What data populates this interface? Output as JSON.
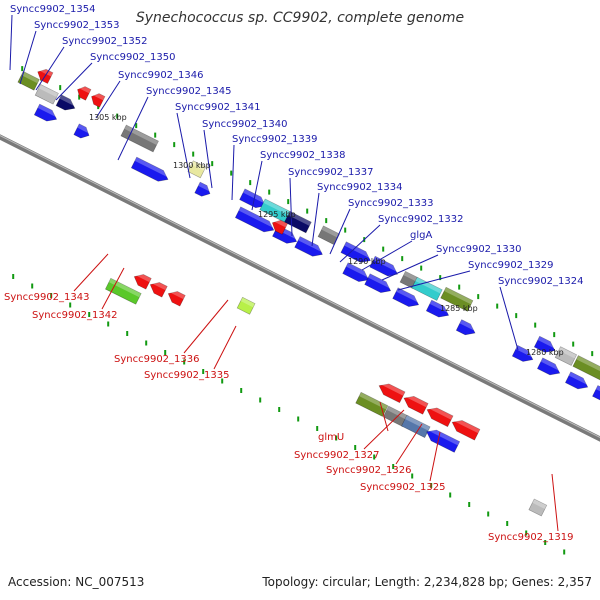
{
  "title": "Synechococcus sp. CC9902, complete genome",
  "footer": {
    "accession": "Accession: NC_007513",
    "summary": "Topology: circular; Length: 2,234,828 bp; Genes: 2,357"
  },
  "colors": {
    "forward_label": "#1a1aaa",
    "reverse_label": "#cc1111",
    "blue": "#1a1aee",
    "red": "#ee1111",
    "olive": "#6b8e23",
    "green": "#5ac82a",
    "cyan": "#33cccc",
    "gray": "#777777",
    "navy": "#0a0a66",
    "steel": "#5577aa",
    "khaki": "#e8e8a0",
    "lime": "#b8f048",
    "light_gray": "#bbbbbb",
    "backbone": "#888888"
  },
  "position_markers": [
    "1305 kbp",
    "1300 kbp",
    "1295 kbp",
    "1290 kbp",
    "1285 kbp",
    "1280 kbp"
  ],
  "forward_genes": [
    "Syncc9902_1354",
    "Syncc9902_1353",
    "Syncc9902_1352",
    "Syncc9902_1350",
    "Syncc9902_1346",
    "Syncc9902_1345",
    "Syncc9902_1341",
    "Syncc9902_1340",
    "Syncc9902_1339",
    "Syncc9902_1338",
    "Syncc9902_1337",
    "Syncc9902_1334",
    "Syncc9902_1333",
    "Syncc9902_1332",
    "glgA",
    "Syncc9902_1330",
    "Syncc9902_1329",
    "Syncc9902_1324"
  ],
  "reverse_genes": [
    "Syncc9902_1343",
    "Syncc9902_1342",
    "Syncc9902_1336",
    "Syncc9902_1335",
    "glmU",
    "Syncc9902_1327",
    "Syncc9902_1326",
    "Syncc9902_1325",
    "Syncc9902_1319"
  ]
}
